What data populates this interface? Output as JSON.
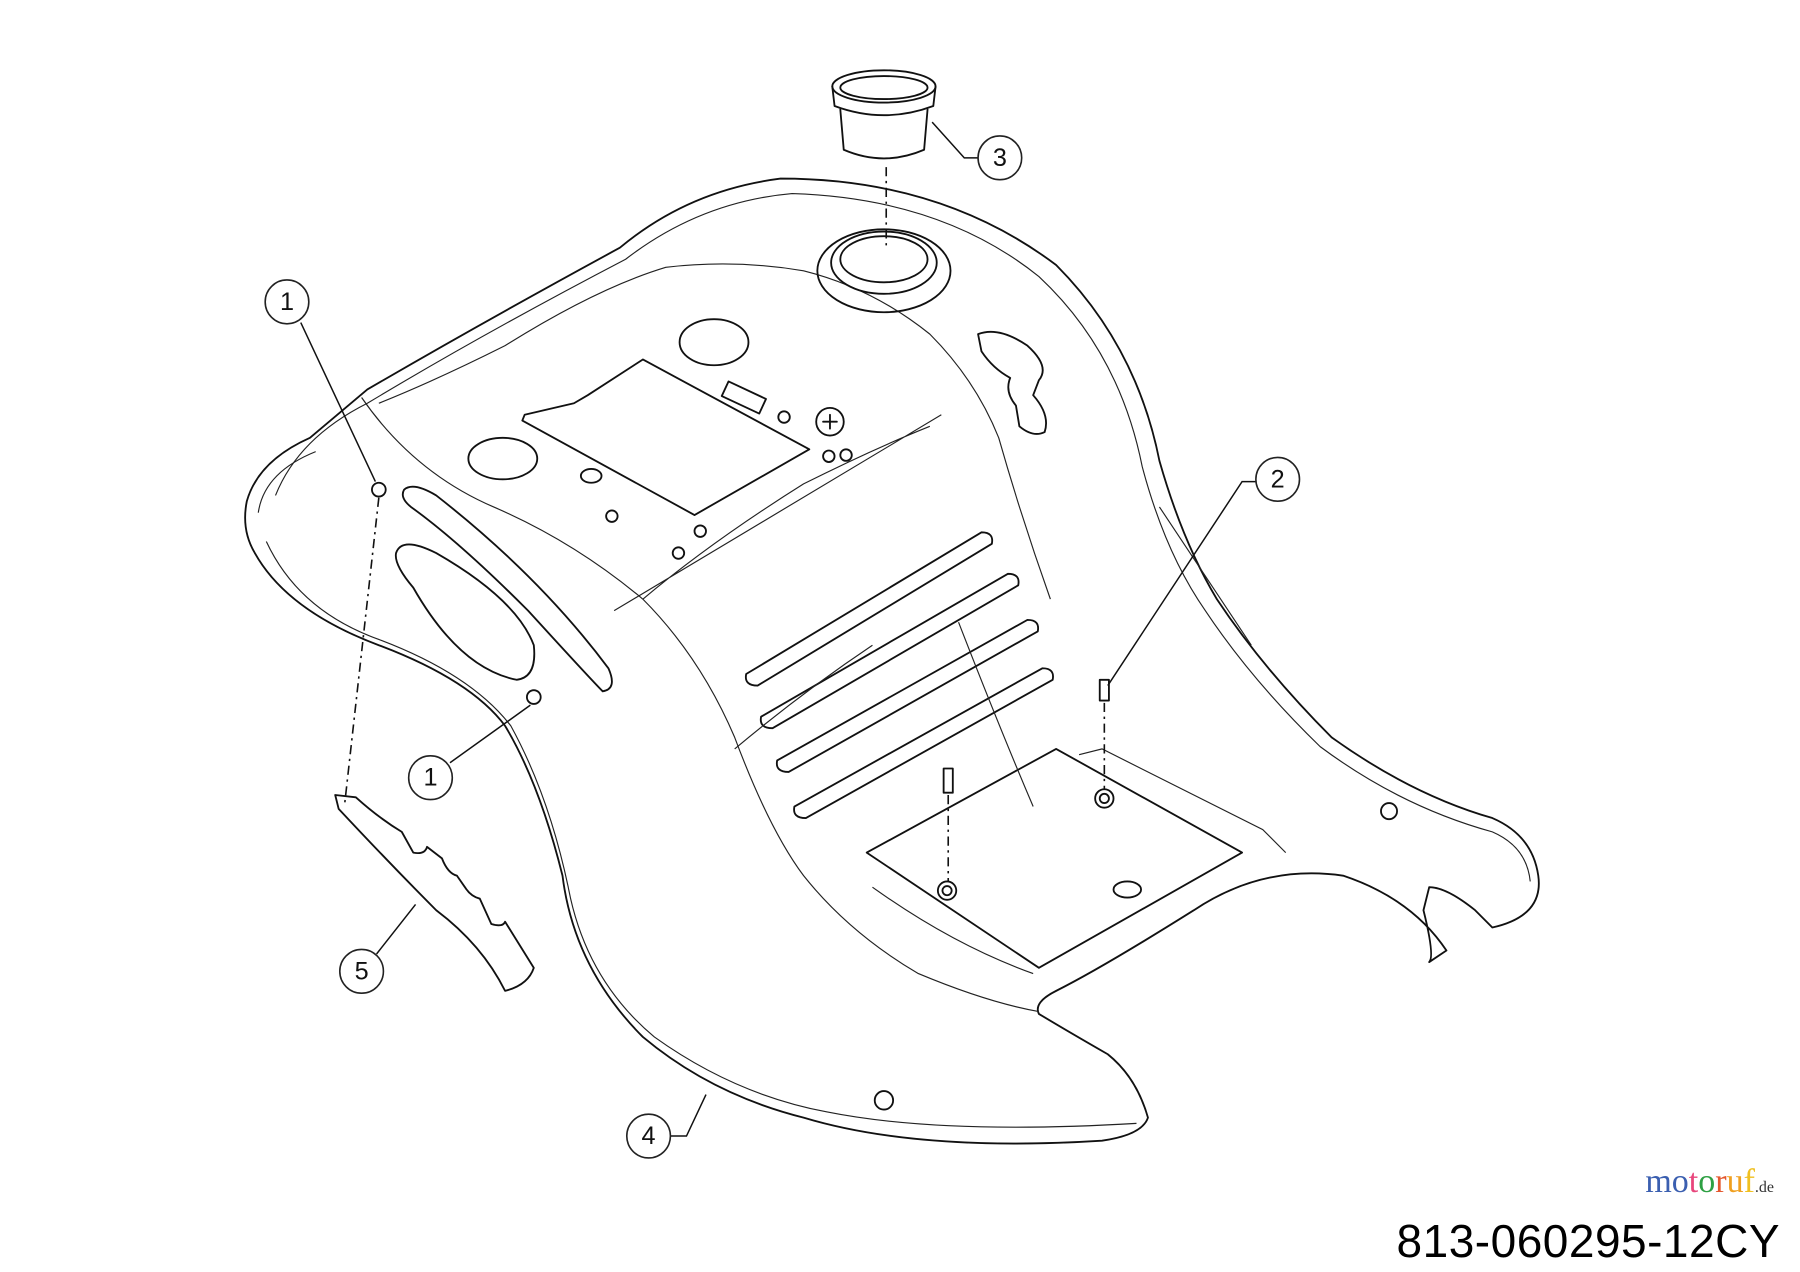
{
  "diagram": {
    "callouts": [
      "1",
      "1",
      "2",
      "3",
      "4",
      "5"
    ],
    "part_number": "813-060295-12CY",
    "watermark": {
      "letters": [
        "m",
        "o",
        "t",
        "o",
        "r",
        "u",
        "f"
      ],
      "colors": [
        "#3b5fb0",
        "#3b5fb0",
        "#e8467c",
        "#2ea043",
        "#e4572e",
        "#f0a020",
        "#f0c020"
      ],
      "tld": ".de"
    }
  }
}
